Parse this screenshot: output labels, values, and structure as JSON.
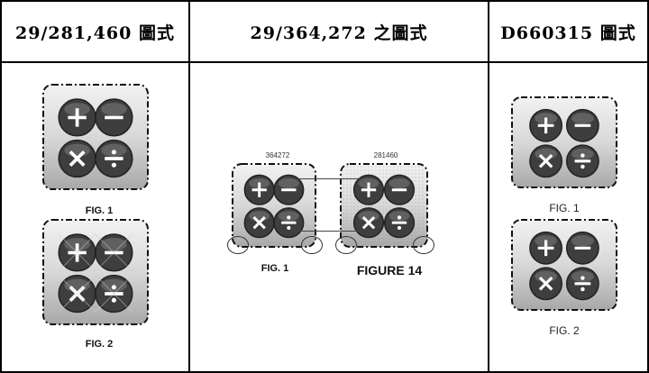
{
  "headers": {
    "col1": "29/281,460 圖式",
    "col2": "29/364,272 之圖式",
    "col3": "D660315 圖式"
  },
  "col1": {
    "fig1_label": "FIG. 1",
    "fig2_label": "FIG. 2"
  },
  "col2": {
    "left_number": "364272",
    "right_number": "281460",
    "fig1_label": "FIG. 1",
    "figure14_label": "FIGURE 14"
  },
  "col3": {
    "fig1_label": "FIG. 1",
    "fig2_label": "FIG. 2"
  },
  "icon_symbols": [
    "plus-icon",
    "minus-icon",
    "multiply-icon",
    "divide-icon"
  ],
  "colors": {
    "border": "#000000",
    "button_dark": "#3e3e3e",
    "tile_light": "#d8d8d8"
  }
}
